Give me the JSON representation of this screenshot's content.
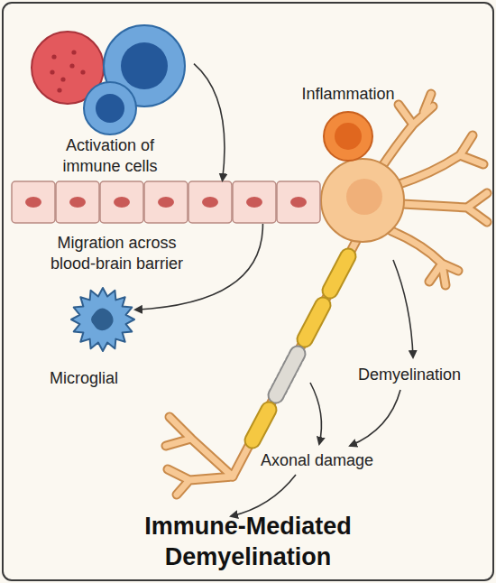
{
  "diagram": {
    "title": "Immune-Mediated Demyelination",
    "nodes": [
      {
        "text": [
          "Activation of immune cells"
        ]
      },
      {
        "text": [
          "Inflammation"
        ]
      },
      {
        "text": [
          "Migration across blood-brain barrier"
        ]
      },
      {
        "text": [
          "Microglial"
        ]
      }
    ],
    "edges": [
      {
        "from": 0,
        "to": 2,
        "arrow": "to"
      },
      {
        "from": 2,
        "to": 3,
        "arrow": "to"
      }
    ],
    "labels": [
      "Demyelination",
      "Axonal damage"
    ]
  }
}
